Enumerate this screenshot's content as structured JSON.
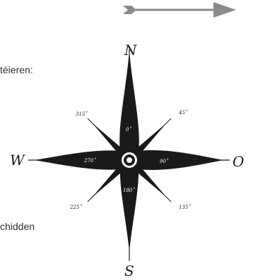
{
  "text_fragments": {
    "line1": "téieren:",
    "line2": "chidden"
  },
  "compass": {
    "north": "N",
    "east": "O",
    "south": "S",
    "west": "W",
    "labels": {
      "d0": "0˚",
      "d45": "45˚",
      "d90": "90˚",
      "d135": "135˚",
      "d180": "180˚",
      "d225": "225˚",
      "d270": "270˚",
      "d315": "315˚"
    }
  },
  "colors": {
    "arrow": "#8a8a8a",
    "ink": "#1a1a1a"
  },
  "icons": {
    "top_arrow": "arrow-right-icon",
    "compass": "compass-rose-icon"
  }
}
